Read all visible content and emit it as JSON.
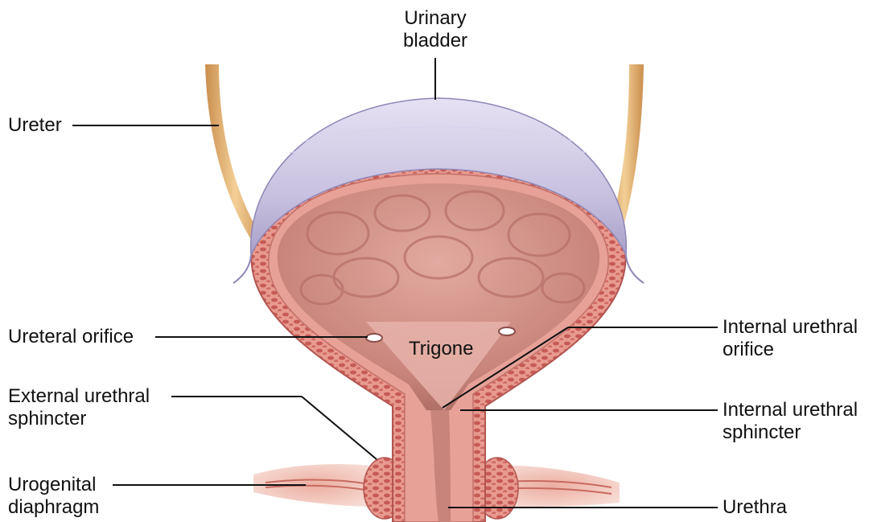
{
  "labels": {
    "urinary_bladder": [
      "Urinary",
      "bladder"
    ],
    "ureter": "Ureter",
    "ureteral_orifice": "Ureteral orifice",
    "trigone": "Trigone",
    "external_urethral_sphincter": [
      "External urethral",
      "sphincter"
    ],
    "urogenital_diaphragm": [
      "Urogenital",
      "diaphragm"
    ],
    "internal_urethral_orifice": [
      "Internal urethral",
      "orifice"
    ],
    "internal_urethral_sphincter": [
      "Internal urethral",
      "sphincter"
    ],
    "urethra": "Urethra"
  },
  "colors": {
    "serosa": "#c9c4e3",
    "muscle_wall": "#e58f86",
    "muscle_cells": "#c65a55",
    "mucosa": "#d98f84",
    "ureter": "#e6b878",
    "diaphragm": "#e39a8c",
    "leader_line": "#111111"
  }
}
